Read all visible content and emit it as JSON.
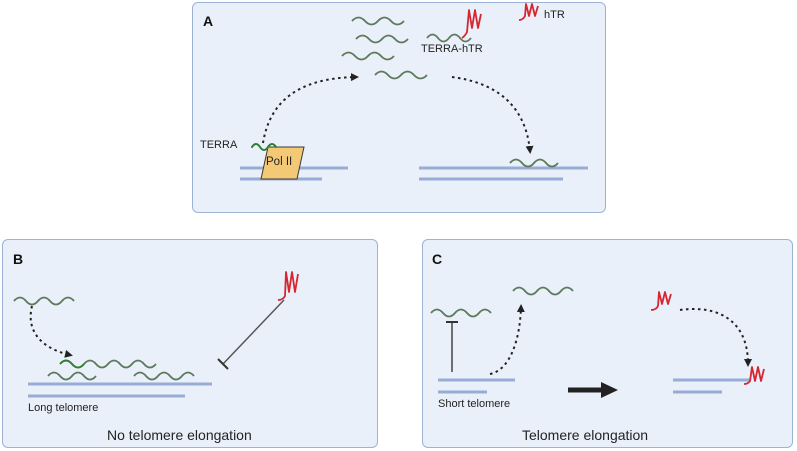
{
  "panel_a": {
    "letter": "A",
    "labels": {
      "terra": "TERRA",
      "pol2": "Pol II",
      "terra_htr": "TERRA-hTR",
      "htr": "hTR"
    }
  },
  "panel_b": {
    "letter": "B",
    "telomere_label": "Long telomere",
    "caption": "No telomere elongation"
  },
  "panel_c": {
    "letter": "C",
    "telomere_label": "Short telomere",
    "caption": "Telomere elongation"
  },
  "colors": {
    "panel_bg": "#eaf0fa",
    "panel_border": "#9db3d6",
    "telomere": "#98acd6",
    "terra": "#5d7a5c",
    "terra_bound": "#2e7d32",
    "htr": "#d62631",
    "pol2": "#f3c976"
  }
}
